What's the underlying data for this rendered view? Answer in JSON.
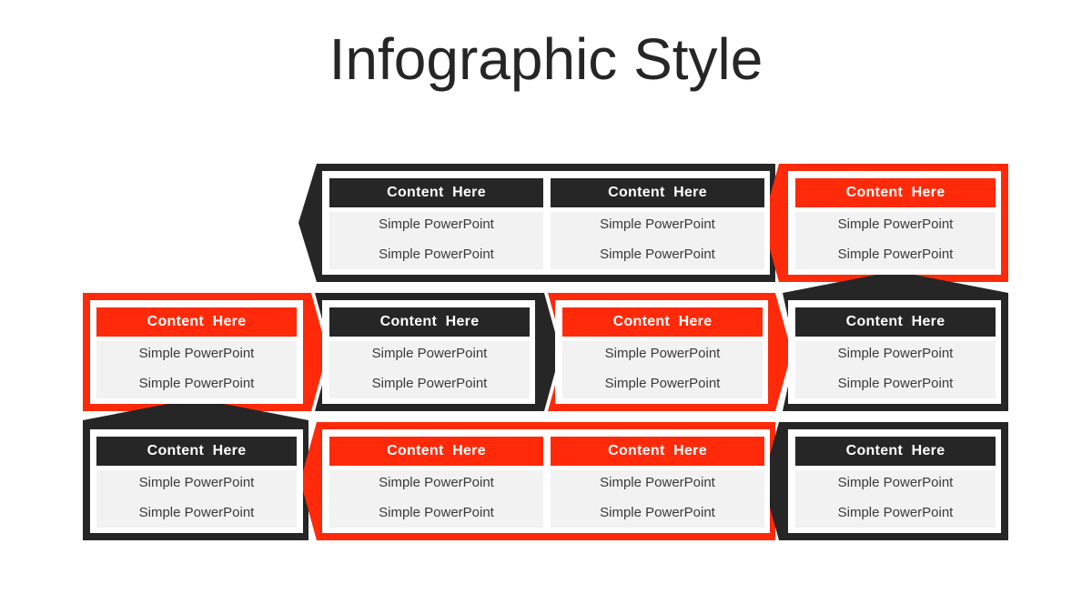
{
  "title": "Infographic Style",
  "colors": {
    "dark": "#262626",
    "accent": "#ff2a0a",
    "cell_bg": "#f2f2f2"
  },
  "rows": [
    [
      {
        "header": "Content  Here",
        "lines": [
          "Simple PowerPoint",
          "Simple PowerPoint"
        ],
        "color": "dark"
      },
      {
        "header": "Content  Here",
        "lines": [
          "Simple PowerPoint",
          "Simple PowerPoint"
        ],
        "color": "dark"
      },
      {
        "header": "Content  Here",
        "lines": [
          "Simple PowerPoint",
          "Simple PowerPoint"
        ],
        "color": "red"
      }
    ],
    [
      {
        "header": "Content  Here",
        "lines": [
          "Simple PowerPoint",
          "Simple PowerPoint"
        ],
        "color": "red"
      },
      {
        "header": "Content  Here",
        "lines": [
          "Simple PowerPoint",
          "Simple PowerPoint"
        ],
        "color": "dark"
      },
      {
        "header": "Content  Here",
        "lines": [
          "Simple PowerPoint",
          "Simple PowerPoint"
        ],
        "color": "red"
      },
      {
        "header": "Content  Here",
        "lines": [
          "Simple PowerPoint",
          "Simple PowerPoint"
        ],
        "color": "dark"
      }
    ],
    [
      {
        "header": "Content  Here",
        "lines": [
          "Simple PowerPoint",
          "Simple PowerPoint"
        ],
        "color": "dark"
      },
      {
        "header": "Content  Here",
        "lines": [
          "Simple PowerPoint",
          "Simple PowerPoint"
        ],
        "color": "red"
      },
      {
        "header": "Content  Here",
        "lines": [
          "Simple PowerPoint",
          "Simple PowerPoint"
        ],
        "color": "red"
      },
      {
        "header": "Content  Here",
        "lines": [
          "Simple PowerPoint",
          "Simple PowerPoint"
        ],
        "color": "dark"
      }
    ]
  ]
}
